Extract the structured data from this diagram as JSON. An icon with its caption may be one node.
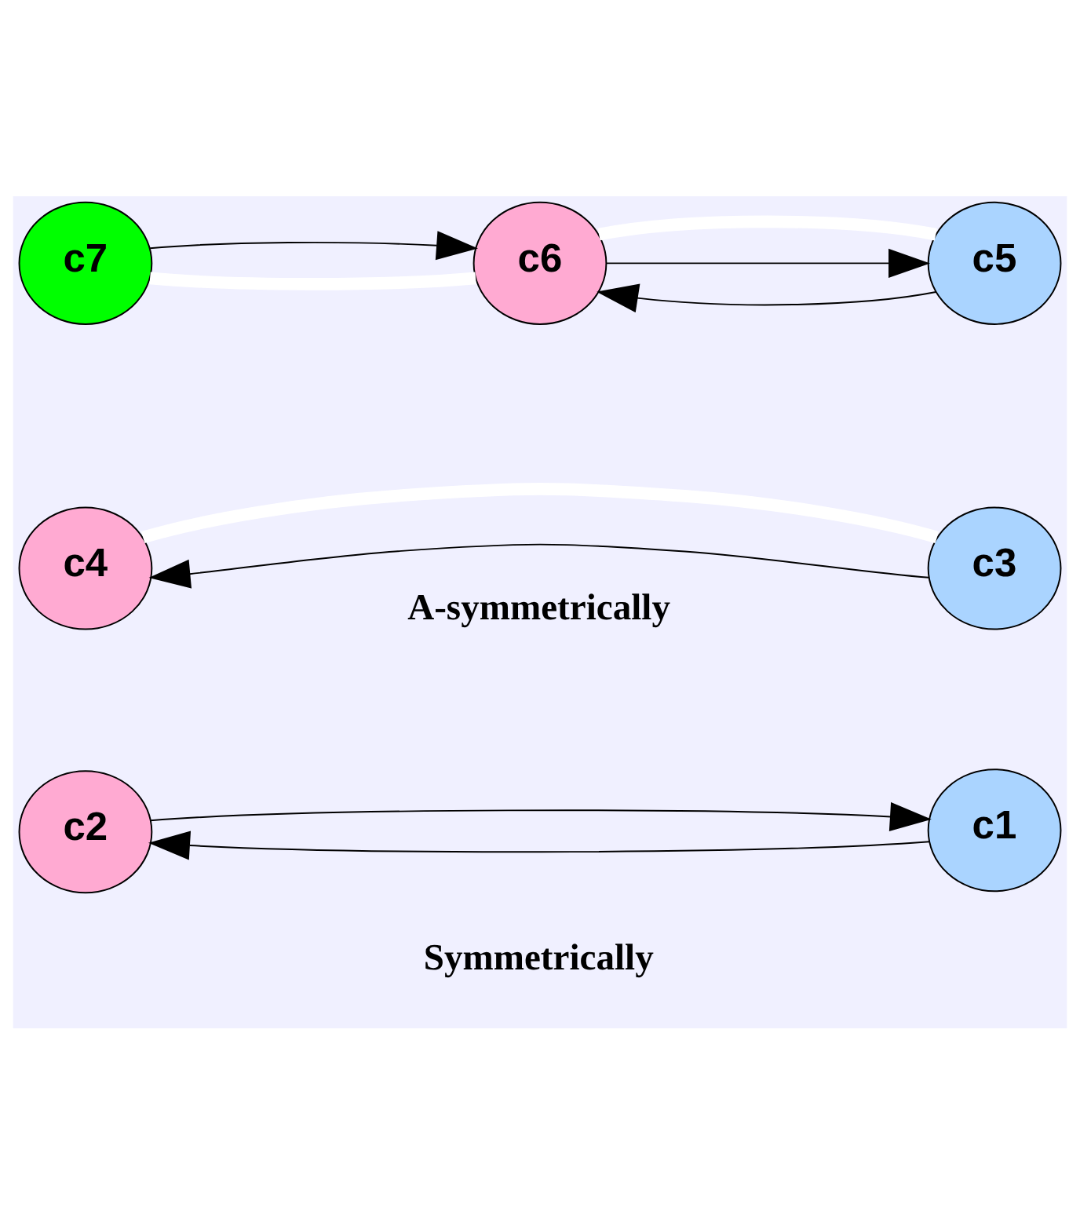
{
  "diagram": {
    "nodes": [
      {
        "text": [
          "c1"
        ]
      },
      {
        "text": [
          "c2"
        ]
      },
      {
        "text": [
          "c3"
        ]
      },
      {
        "text": [
          "c4"
        ]
      },
      {
        "text": [
          "c5"
        ]
      },
      {
        "text": [
          "c6"
        ]
      },
      {
        "text": [
          "c7"
        ]
      }
    ],
    "edges": [
      {
        "from": 0,
        "to": 1,
        "arrow": "to"
      },
      {
        "from": 1,
        "to": 0,
        "arrow": "to"
      },
      {
        "from": 2,
        "to": 3,
        "arrow": "to"
      },
      {
        "from": 3,
        "to": 2,
        "arrow": "none",
        "style": "thick",
        "color": "#ffffff"
      },
      {
        "from": 4,
        "to": 5,
        "arrow": "to"
      },
      {
        "from": 5,
        "to": 4,
        "arrow": "to"
      },
      {
        "from": 5,
        "to": 4,
        "arrow": "none",
        "style": "thick",
        "color": "#ffffff"
      },
      {
        "from": 5,
        "to": 6,
        "arrow": "none",
        "style": "thick",
        "color": "#ffffff"
      },
      {
        "from": 6,
        "to": 5,
        "arrow": "to"
      }
    ],
    "labels": [
      "Symmetrically",
      "A-symmetrically"
    ]
  }
}
